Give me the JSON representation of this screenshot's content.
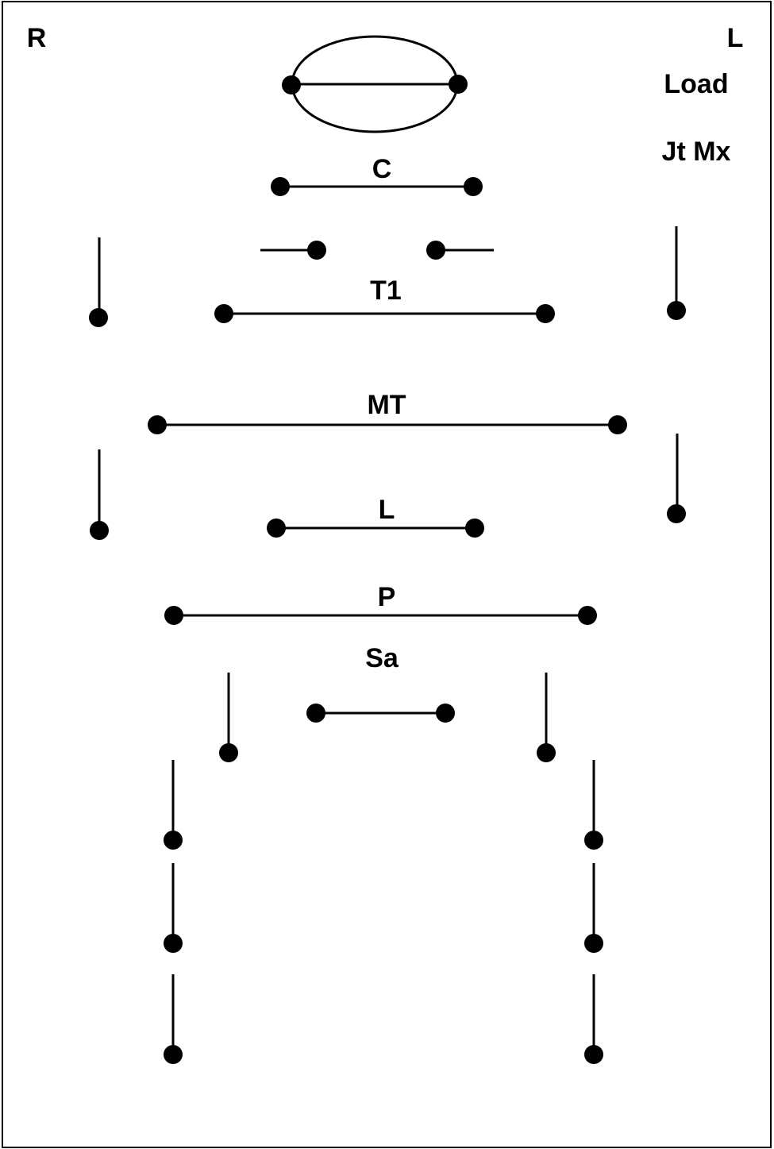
{
  "labels": {
    "right_side": "R",
    "left_side": "L",
    "load": "Load",
    "joint_matrix": "Jt Mx",
    "cervical": "C",
    "upper_thoracic": "T1",
    "mid_thoracic": "MT",
    "lumbar": "L",
    "pelvis": "P",
    "sacrum": "Sa"
  },
  "colors": {
    "ink": "#000000",
    "background": "#ffffff"
  }
}
